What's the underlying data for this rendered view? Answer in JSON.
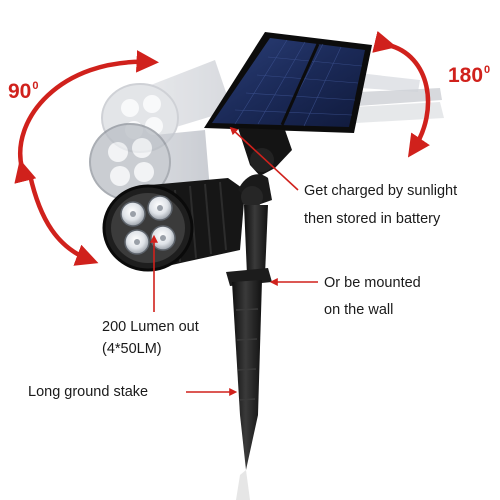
{
  "rotation_labels": {
    "tilt_left": {
      "value": "90",
      "unit": "0"
    },
    "tilt_right": {
      "value": "180",
      "unit": "0"
    }
  },
  "callouts": {
    "solar": {
      "line1": "Get charged by sunlight",
      "line2": "then stored in battery"
    },
    "mount": {
      "line1": "Or be mounted",
      "line2": "on the wall"
    },
    "lumen": {
      "line1": "200 Lumen out",
      "line2": "(4*50LM)"
    },
    "stake": {
      "line1": "Long ground stake"
    }
  },
  "colors": {
    "accent_red": "#d0211c",
    "body_black": "#1b1b1b",
    "panel_blue": "#1c2d5e",
    "text": "#1a1a1a"
  },
  "icons": [
    "rotation-arrow-icon",
    "callout-arrow-icon",
    "led-bulb-icon"
  ]
}
